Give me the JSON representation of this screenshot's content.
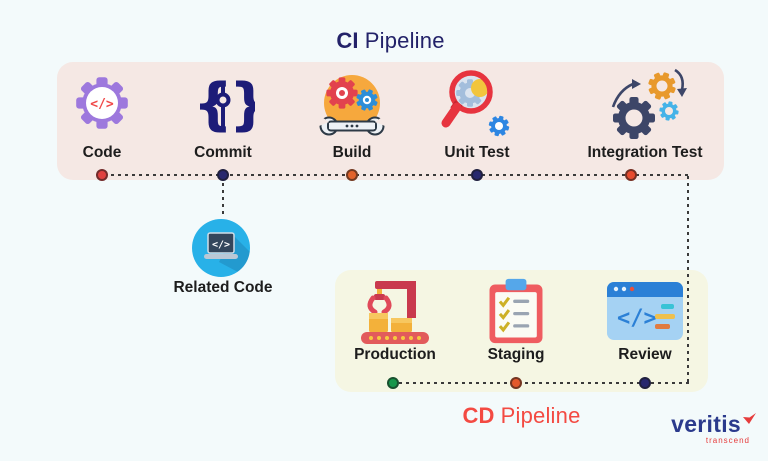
{
  "canvas": {
    "bg": "#f3fafb"
  },
  "ci": {
    "title": {
      "bold": "CI",
      "rest": "Pipeline",
      "color": "#232269"
    },
    "panel_bg": "#f5e8e4",
    "stages": [
      {
        "label": "Code",
        "icon": "purple-gear-code-icon",
        "dot": "#df4140"
      },
      {
        "label": "Commit",
        "icon": "git-commit-braces-icon",
        "dot": "#28286e"
      },
      {
        "label": "Build",
        "icon": "gears-and-wrench-icon",
        "dot": "#e2632c"
      },
      {
        "label": "Unit Test",
        "icon": "magnifier-over-gear-icon",
        "dot": "#28286e"
      },
      {
        "label": "Integration Test",
        "icon": "three-gears-cycle-icon",
        "dot": "#e74b2e"
      }
    ]
  },
  "branch": {
    "label": "Related Code",
    "icon": "laptop-code-circle-icon"
  },
  "cd": {
    "title": {
      "bold": "CD",
      "rest": "Pipeline",
      "color": "#f34a42"
    },
    "panel_bg": "#f5f6e3",
    "stages": [
      {
        "label": "Production",
        "icon": "crane-conveyor-icon",
        "dot": "#17964b"
      },
      {
        "label": "Staging",
        "icon": "checklist-clipboard-icon",
        "dot": "#e2582c"
      },
      {
        "label": "Review",
        "icon": "browser-code-icon",
        "dot": "#28286e"
      }
    ]
  },
  "logo": {
    "wordmark": "veritis",
    "tagline": "transcend",
    "wordmark_color": "#2b3a8c",
    "accent_color": "#e63c3c"
  },
  "connector_color": "#3a3a3a"
}
